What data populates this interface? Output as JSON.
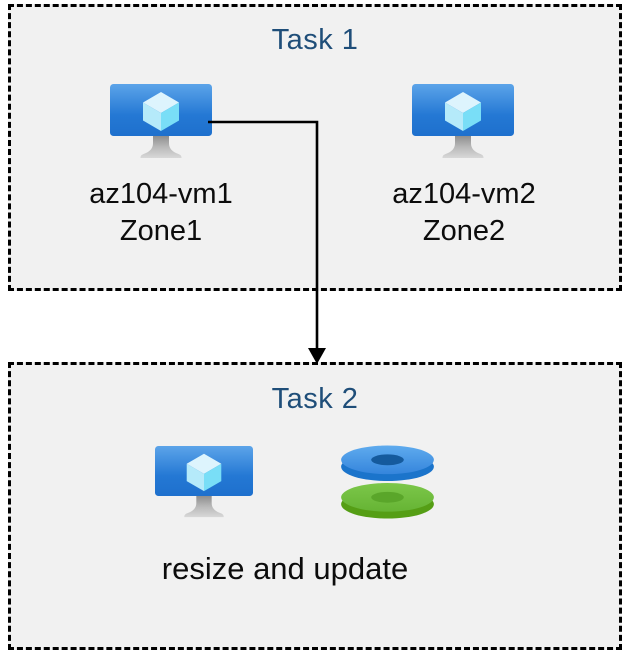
{
  "diagram": {
    "background": "#ffffff",
    "box_fill": "#f1f1f1",
    "box_border_color": "#000000",
    "title_color": "#1f4e79",
    "label_color": "#0c0c0c",
    "arrow_color": "#000000",
    "vm_screen_blue": "#2478d4",
    "disk_blue": "#3585dc",
    "disk_green": "#66b434"
  },
  "task1": {
    "title": "Task 1",
    "vms": [
      {
        "icon": "azure-virtual-machine-icon",
        "name": "az104-vm1",
        "zone": "Zone1"
      },
      {
        "icon": "azure-virtual-machine-icon",
        "name": "az104-vm2",
        "zone": "Zone2"
      }
    ]
  },
  "task2": {
    "title": "Task 2",
    "icons": [
      "azure-virtual-machine-icon",
      "azure-disks-icon"
    ],
    "label": "resize and update"
  },
  "connector": {
    "type": "elbow-arrow",
    "from": "az104-vm1",
    "to": "task2-box"
  }
}
